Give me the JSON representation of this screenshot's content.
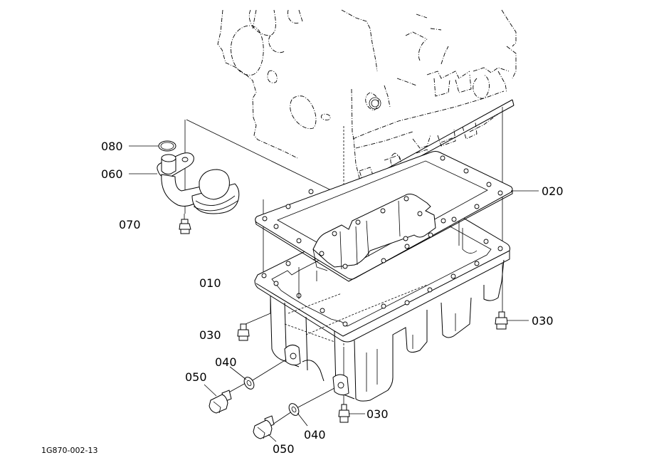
{
  "diagram": {
    "title": "Oil pan exploded parts diagram",
    "reference_code": "1G870-002-13",
    "callouts": [
      {
        "id": "c080",
        "number": "080",
        "part": "O-ring"
      },
      {
        "id": "c060",
        "number": "060",
        "part": "Oil strainer pipe"
      },
      {
        "id": "c070",
        "number": "070",
        "part": "Oil strainer bolt"
      },
      {
        "id": "c020",
        "number": "020",
        "part": "Oil pan gasket"
      },
      {
        "id": "c010",
        "number": "010",
        "part": "Oil pan"
      },
      {
        "id": "c030a",
        "number": "030",
        "part": "Bolt (left)"
      },
      {
        "id": "c030b",
        "number": "030",
        "part": "Bolt (right)"
      },
      {
        "id": "c030c",
        "number": "030",
        "part": "Bolt (bottom)"
      },
      {
        "id": "c040a",
        "number": "040",
        "part": "Washer (upper)"
      },
      {
        "id": "c040b",
        "number": "040",
        "part": "Washer (lower)"
      },
      {
        "id": "c050a",
        "number": "050",
        "part": "Drain plug (upper)"
      },
      {
        "id": "c050b",
        "number": "050",
        "part": "Drain plug (lower)"
      }
    ]
  }
}
